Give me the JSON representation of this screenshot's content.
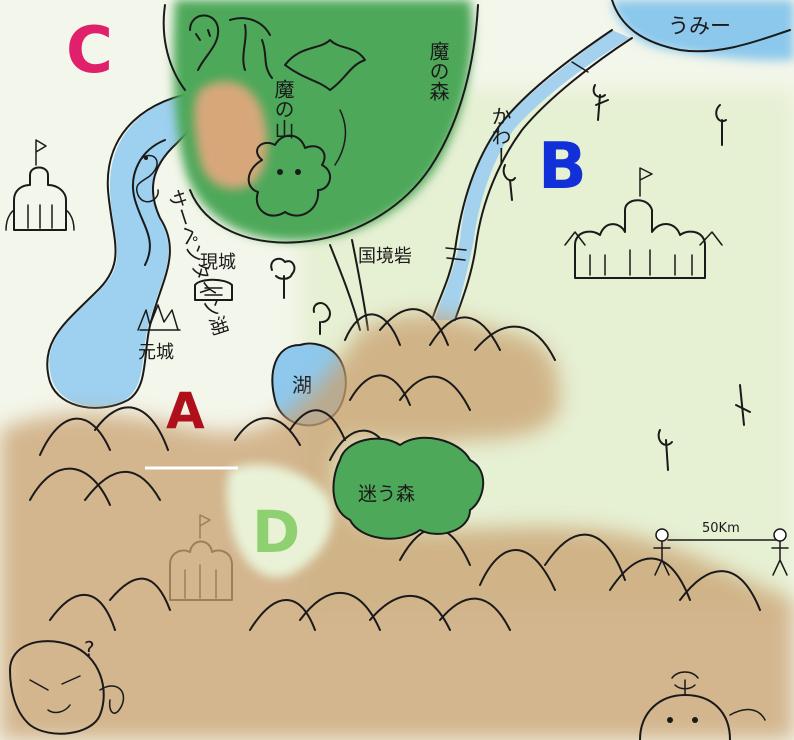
{
  "map": {
    "labels": {
      "sea": "うみー",
      "demon_forest": "魔の森",
      "demon_mountain": "魔の山",
      "river": "かわー",
      "serpentine_lake": "サーペンタイン湖",
      "current_castle": "現城",
      "former_castle": "元城",
      "border_fort": "国境砦",
      "lake": "湖",
      "lost_forest": "迷う森",
      "scale": "50Km"
    },
    "regions": {
      "A": "A",
      "B": "B",
      "C": "C",
      "D": "D"
    },
    "annotation": "?",
    "colors": {
      "letter_A": "#b0101c",
      "letter_B": "#1230d8",
      "letter_C": "#e0206a",
      "letter_D": "#8fd070",
      "water": "#8cc8ec",
      "forest": "#4ea85a",
      "mountain": "#c9a070",
      "grassland": "#e9f2d7"
    }
  }
}
